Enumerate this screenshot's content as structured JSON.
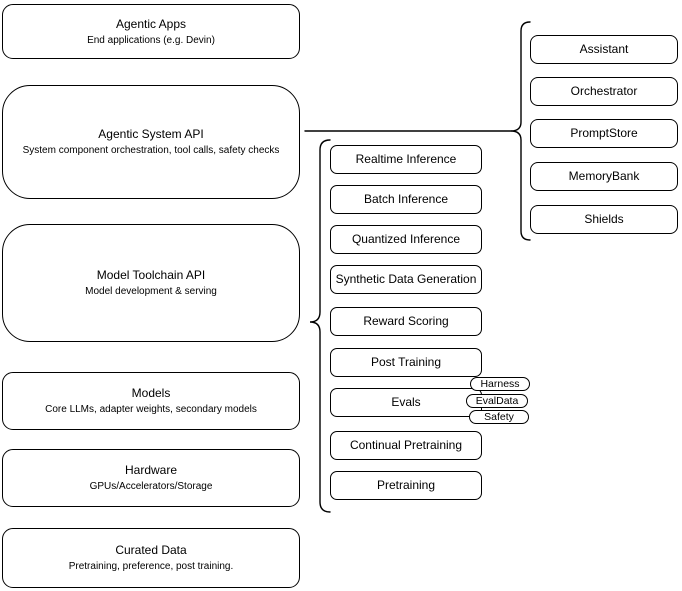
{
  "left_stack": [
    {
      "title": "Agentic Apps",
      "subtitle": "End applications (e.g. Devin)"
    },
    {
      "title": "Agentic System API",
      "subtitle": "System component orchestration, tool calls, safety checks"
    },
    {
      "title": "Model Toolchain API",
      "subtitle": "Model development & serving"
    },
    {
      "title": "Models",
      "subtitle": "Core LLMs, adapter weights, secondary models"
    },
    {
      "title": "Hardware",
      "subtitle": "GPUs/Accelerators/Storage"
    },
    {
      "title": "Curated Data",
      "subtitle": "Pretraining, preference, post training."
    }
  ],
  "toolchain_components": [
    "Realtime Inference",
    "Batch Inference",
    "Quantized Inference",
    "Synthetic Data Generation",
    "Reward Scoring",
    "Post Training",
    "Evals",
    "Continual Pretraining",
    "Pretraining"
  ],
  "system_components": [
    "Assistant",
    "Orchestrator",
    "PromptStore",
    "MemoryBank",
    "Shields"
  ],
  "eval_tags": [
    "Harness",
    "EvalData",
    "Safety"
  ],
  "colors": {
    "stroke": "#000000",
    "fill": "#ffffff",
    "text": "#000000"
  }
}
